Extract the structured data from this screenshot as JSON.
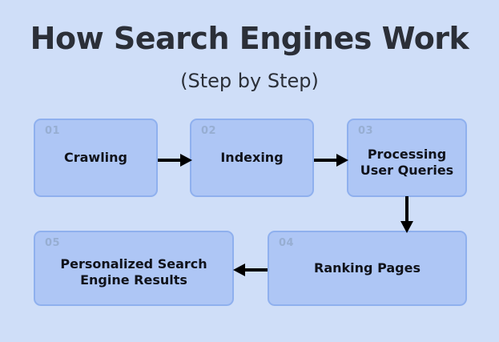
{
  "header": {
    "title": "How Search Engines Work",
    "subtitle": "(Step by Step)"
  },
  "colors": {
    "background": "#cfdef8",
    "box_fill": "#aec6f5",
    "box_border": "#8fb0ee",
    "step_number": "#97aed2",
    "text": "#10121a",
    "title": "#2b2f38",
    "arrow": "#000000"
  },
  "diagram": {
    "type": "flowchart",
    "steps": [
      {
        "number": "01",
        "label": "Crawling"
      },
      {
        "number": "02",
        "label": "Indexing"
      },
      {
        "number": "03",
        "label": "Processing\nUser Queries",
        "line1": "Processing",
        "line2": "User Queries"
      },
      {
        "number": "04",
        "label": "Ranking Pages"
      },
      {
        "number": "05",
        "label": "Personalized Search\nEngine Results",
        "line1": "Personalized Search",
        "line2": "Engine Results"
      }
    ],
    "connections": [
      {
        "from": "01",
        "to": "02",
        "direction": "right"
      },
      {
        "from": "02",
        "to": "03",
        "direction": "right"
      },
      {
        "from": "03",
        "to": "04",
        "direction": "down"
      },
      {
        "from": "04",
        "to": "05",
        "direction": "left"
      }
    ]
  }
}
